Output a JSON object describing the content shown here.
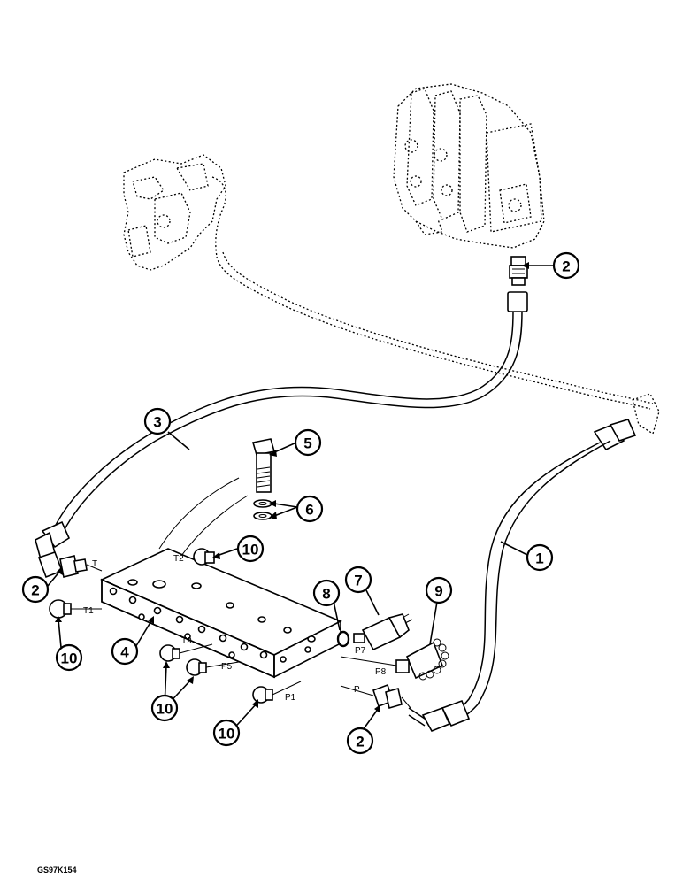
{
  "figure_ref": "GS97K154",
  "callouts": [
    "1",
    "2",
    "3",
    "4",
    "5",
    "6",
    "7",
    "8",
    "9",
    "10"
  ],
  "port_labels": {
    "T": "T",
    "T1": "T1",
    "T2": "T2",
    "T9": "T9",
    "P5": "P5",
    "P1": "P1",
    "P": "P",
    "P7": "P7",
    "P8": "P8"
  }
}
